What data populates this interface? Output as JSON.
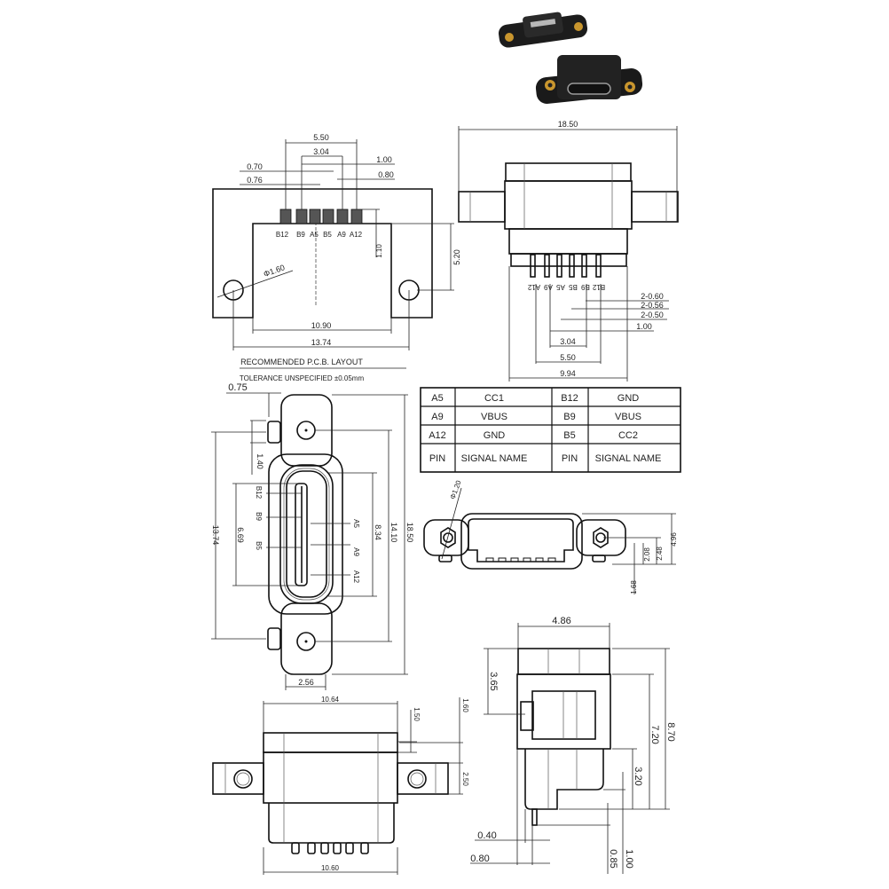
{
  "photo": {
    "description_icon": "connector-photo"
  },
  "pcb_layout": {
    "dims": {
      "d550": "5.50",
      "d304": "3.04",
      "d100": "1.00",
      "d070": "0.70",
      "d080": "0.80",
      "d076": "0.76",
      "d110": "1.10",
      "d520": "5.20",
      "hole": "Φ1.60",
      "d1090": "10.90",
      "d1374": "13.74"
    },
    "pins": [
      "B12",
      "B9",
      "A5",
      "B5",
      "A9",
      "A12"
    ],
    "title": "RECOMMENDED P.C.B. LAYOUT",
    "tolerance": "TOLERANCE UNSPECIFIED ±0.05mm"
  },
  "top_view": {
    "dims": {
      "d1850": "18.50",
      "p060": "2-0.60",
      "p056": "2-0.56",
      "p050": "2-0.50",
      "d100": "1.00",
      "d304": "3.04",
      "d550": "5.50",
      "d994": "9.94"
    },
    "pins": [
      "A12",
      "A9",
      "A5",
      "B5",
      "B9",
      "B12"
    ]
  },
  "pin_table": {
    "rows": [
      {
        "pin1": "A5",
        "sig1": "CC1",
        "pin2": "B12",
        "sig2": "GND"
      },
      {
        "pin1": "A9",
        "sig1": "VBUS",
        "pin2": "B9",
        "sig2": "VBUS"
      },
      {
        "pin1": "A12",
        "sig1": "GND",
        "pin2": "B5",
        "sig2": "CC2"
      }
    ],
    "header": {
      "pin": "PIN",
      "signal": "SIGNAL NAME"
    }
  },
  "front_view": {
    "dims": {
      "d075": "0.75",
      "d140": "1.40",
      "d1374": "13.74",
      "d669": "6.69",
      "d834": "8.34",
      "d1410": "14.10",
      "d1850": "18.50",
      "d256": "2.56"
    },
    "left_pins": [
      "B12",
      "B9",
      "B5"
    ],
    "right_pins": [
      "A5",
      "A9",
      "A12"
    ]
  },
  "end_view": {
    "dims": {
      "hole": "Φ1.20",
      "d496": "4.96",
      "d248": "2.48",
      "d208": "2.08",
      "d168": "1.68"
    }
  },
  "bottom_view": {
    "dims": {
      "d1064": "10.64",
      "d1060": "10.60",
      "d150": "1.50",
      "d160": "1.60",
      "d250": "2.50"
    }
  },
  "side_view": {
    "dims": {
      "d486": "4.86",
      "d365": "3.65",
      "d870": "8.70",
      "d720": "7.20",
      "d320": "3.20",
      "d040": "0.40",
      "d080": "0.80",
      "d085": "0.85",
      "d100": "1.00"
    }
  }
}
